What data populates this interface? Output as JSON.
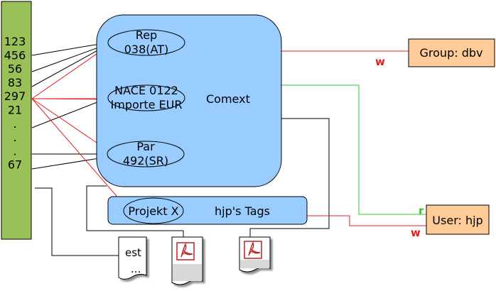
{
  "id_column": {
    "items": [
      "123",
      "456",
      "56",
      "83",
      "297",
      "21",
      ".",
      ".",
      ".",
      "67"
    ]
  },
  "comext": {
    "label": "Comext",
    "rep": {
      "line1": "Rep",
      "line2": "038(AT)"
    },
    "nace": {
      "line1": "NACE 0122",
      "line2": "Importe EUR"
    },
    "par": {
      "line1": "Par",
      "line2": "492(SR)"
    }
  },
  "tags": {
    "label": "hjp's Tags",
    "projekt": "Projekt X"
  },
  "group": {
    "label": "Group: dbv",
    "access": "w"
  },
  "user": {
    "label": "User: hjp",
    "access_read": "r",
    "access_write": "w"
  },
  "documents": {
    "text_doc": {
      "line1": "est",
      "line2": "..."
    }
  },
  "colors": {
    "id_column_fill": "#99c158",
    "comext_fill": "#99ccff",
    "tags_fill": "#99ccff",
    "actor_fill": "#ffcc99",
    "write_line": "#e02020",
    "read_line": "#2ec82e",
    "pdf_red": "#c02020"
  },
  "icons": [
    "pdf-icon",
    "text-document-icon"
  ]
}
